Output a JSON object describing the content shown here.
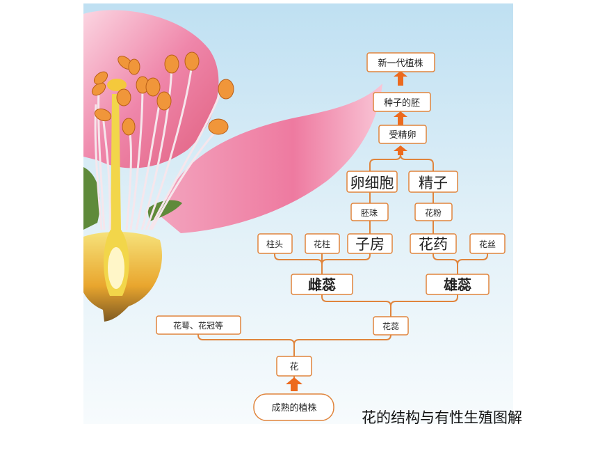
{
  "caption": "花的结构与有性生殖图解",
  "nodes": {
    "new_plant": "新一代植株",
    "seed_embryo": "种子的胚",
    "zygote": "受精卵",
    "egg_cell": "卵细胞",
    "sperm": "精子",
    "ovule": "胚珠",
    "pollen": "花粉",
    "stigma": "柱头",
    "style": "花柱",
    "ovary": "子房",
    "anther": "花药",
    "filament": "花丝",
    "pistil": "雌蕊",
    "stamen": "雄蕊",
    "sepal_petal": "花萼、花冠等",
    "stamens_pistils": "花蕊",
    "flower": "花",
    "mature_plant": "成熟的植株"
  },
  "colors": {
    "box_border": "#e0843c",
    "connector": "#e0843c",
    "arrow": "#ec6a1e",
    "text": "#222222",
    "sky_top": "#bfe0f2",
    "sky_bottom": "#f6fbfd",
    "petal": "#ee7fa4",
    "petal_light": "#fbd2df",
    "anther": "#f0963a",
    "filament": "#f6e6ec",
    "ovary_yellow": "#f2d64a"
  },
  "icons": [
    "up-arrow-icon"
  ]
}
